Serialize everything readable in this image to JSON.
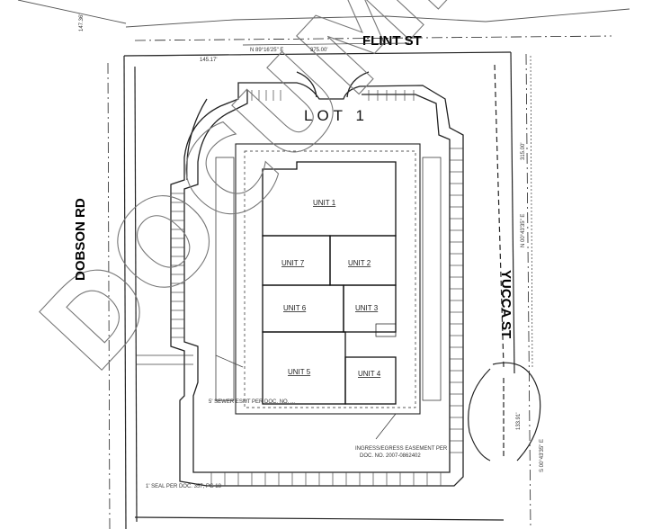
{
  "streets": {
    "north": "FLINT ST",
    "west": "DOBSON RD",
    "east": "YUCCA ST"
  },
  "lot_label": "LOT 1",
  "units": [
    "UNIT 1",
    "UNIT 7",
    "UNIT 2",
    "UNIT 6",
    "UNIT 3",
    "UNIT 5",
    "UNIT 4"
  ],
  "dimensions": {
    "north_bearing": "N 89°16'25\" E",
    "north_length": "375.00'",
    "north_partial": "145.17'",
    "east_length": "315.00'",
    "east_bearing": "N 00°43'35\" E",
    "curve_length": "133.91'",
    "curve_bearing": "S 00°43'35\" E",
    "west_length": "147.36'"
  },
  "notes": {
    "easement": "INGRESS/EGRESS EASEMENT PER DOC. NO. 2007-0862402",
    "west_easement": "5' SEWER ESMT PER DOC. NO. ...",
    "sw_note": "1' SEAL PER DOC. 357, PG 18"
  },
  "watermark": "DOCUMENT"
}
